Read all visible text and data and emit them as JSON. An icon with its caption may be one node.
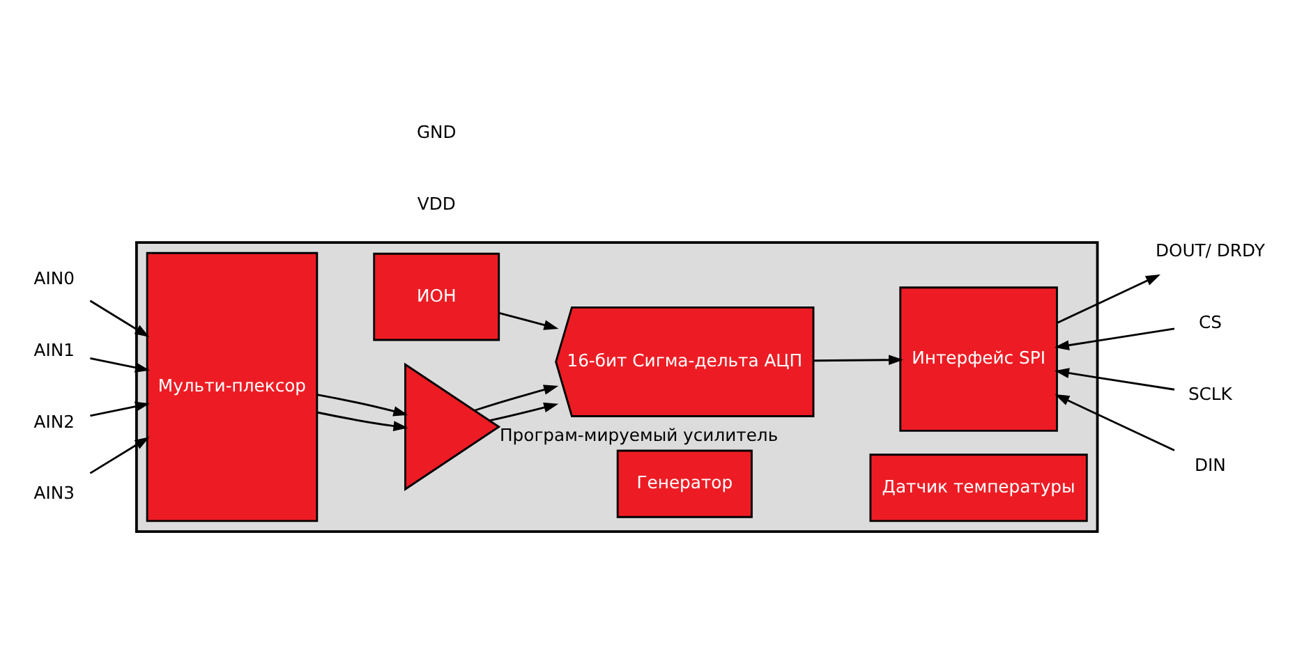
{
  "diagram": {
    "nodes": [
      {
        "text": [],
        "shape": "box"
      },
      {
        "text": [
          "VDD"
        ]
      },
      {
        "text": [
          "ИОН"
        ],
        "in": 0
      },
      {
        "text": [
          "Програм-мируемый усилитель"
        ],
        "in": 0
      },
      {
        "text": [
          "CS"
        ]
      },
      {
        "text": [
          "AIN0"
        ]
      },
      {
        "text": [
          "Мульти-плексор"
        ],
        "in": 0
      },
      {
        "text": [
          "16-бит Сигма-дельта АЦП"
        ],
        "in": 0
      },
      {
        "text": [
          "Интерфейс SPI"
        ],
        "in": 0
      },
      {
        "text": [
          "SCLK"
        ]
      },
      {
        "text": [
          "AIN1"
        ]
      },
      {
        "text": [
          "DIN"
        ]
      },
      {
        "text": [
          "AIN2"
        ]
      },
      {
        "text": [
          "DOUT/ DRDY"
        ]
      },
      {
        "text": [
          "AIN3"
        ]
      },
      {
        "text": [
          "Генератор"
        ],
        "in": 0
      },
      {
        "text": [
          "Датчик температуры"
        ],
        "in": 0
      },
      {
        "text": [
          "GND"
        ]
      }
    ],
    "edges": [
      {
        "from": 5,
        "to": 6,
        "arrow": "to"
      },
      {
        "from": 10,
        "to": 6,
        "arrow": "to"
      },
      {
        "from": 12,
        "to": 6,
        "arrow": "to"
      },
      {
        "from": 14,
        "to": 6,
        "arrow": "to"
      },
      {
        "from": 6,
        "to": 3,
        "arrow": "to"
      },
      {
        "from": 6,
        "to": 3,
        "arrow": "to"
      },
      {
        "from": 3,
        "to": 7,
        "arrow": "to"
      },
      {
        "from": 3,
        "to": 7,
        "arrow": "to"
      },
      {
        "from": 2,
        "to": 7,
        "arrow": "to"
      },
      {
        "from": 7,
        "to": 8,
        "arrow": "to"
      },
      {
        "from": 4,
        "to": 8,
        "arrow": "to"
      },
      {
        "from": 9,
        "to": 8,
        "arrow": "to"
      },
      {
        "from": 11,
        "to": 8,
        "arrow": "to"
      },
      {
        "from": 8,
        "to": 13,
        "arrow": "to"
      }
    ]
  }
}
